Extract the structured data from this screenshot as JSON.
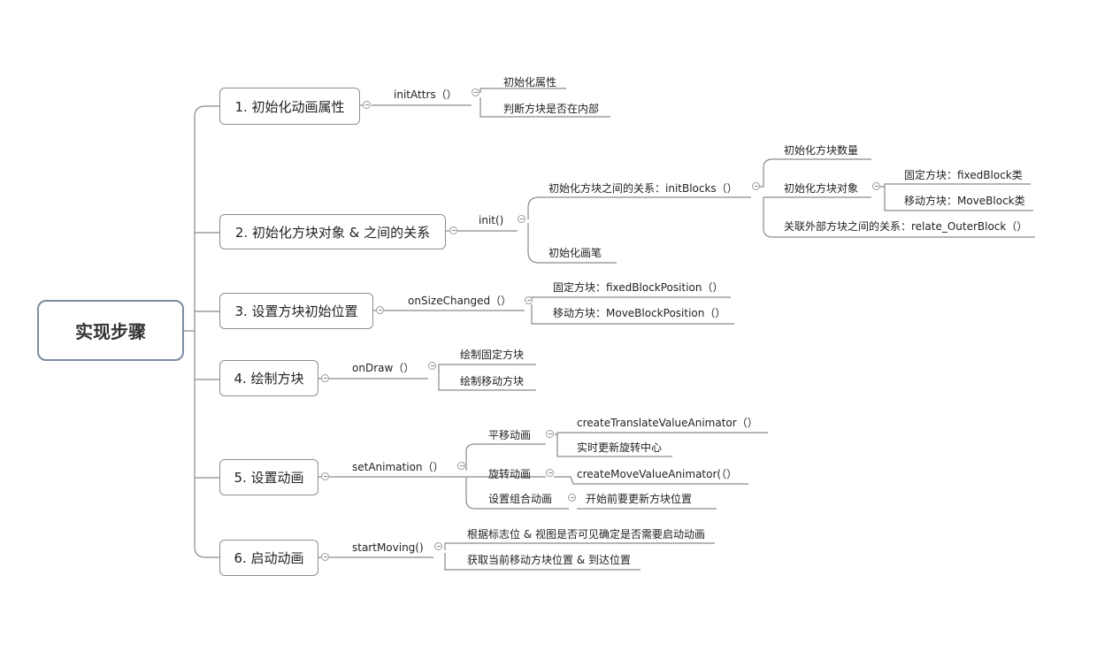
{
  "root": "实现步骤",
  "step1": {
    "label": "1. 初始化动画属性",
    "method": "initAttrs（）",
    "leaves": [
      "初始化属性",
      "判断方块是否在内部"
    ]
  },
  "step2": {
    "label": "2. 初始化方块对象 & 之间的关系",
    "method": "init()",
    "sub": {
      "init_blocks": "初始化方块之间的关系：initBlocks（）",
      "count": "初始化方块数量",
      "objects": "初始化方块对象",
      "fixed": "固定方块：fixedBlock类",
      "move": "移动方块：MoveBlock类",
      "relate": "关联外部方块之间的关系：relate_OuterBlock（）",
      "paint": "初始化画笔"
    }
  },
  "step3": {
    "label": "3. 设置方块初始位置",
    "method": "onSizeChanged（）",
    "leaves": [
      "固定方块：fixedBlockPosition（）",
      "移动方块：MoveBlockPosition（）"
    ]
  },
  "step4": {
    "label": "4. 绘制方块",
    "method": "onDraw（）",
    "leaves": [
      "绘制固定方块",
      "绘制移动方块"
    ]
  },
  "step5": {
    "label": "5. 设置动画",
    "method": "setAnimation（）",
    "translate": "平移动画",
    "translate_fn": "createTranslateValueAnimator（）",
    "translate_sub": "实时更新旋转中心",
    "rotate": "旋转动画",
    "rotate_fn": "createMoveValueAnimator(（）",
    "combo": "设置组合动画",
    "combo_sub": "开始前要更新方块位置"
  },
  "step6": {
    "label": "6. 启动动画",
    "method": "startMoving()",
    "leaves": [
      "根据标志位 & 视图是否可见确定是否需要启动动画",
      "获取当前移动方块位置 & 到达位置"
    ]
  }
}
